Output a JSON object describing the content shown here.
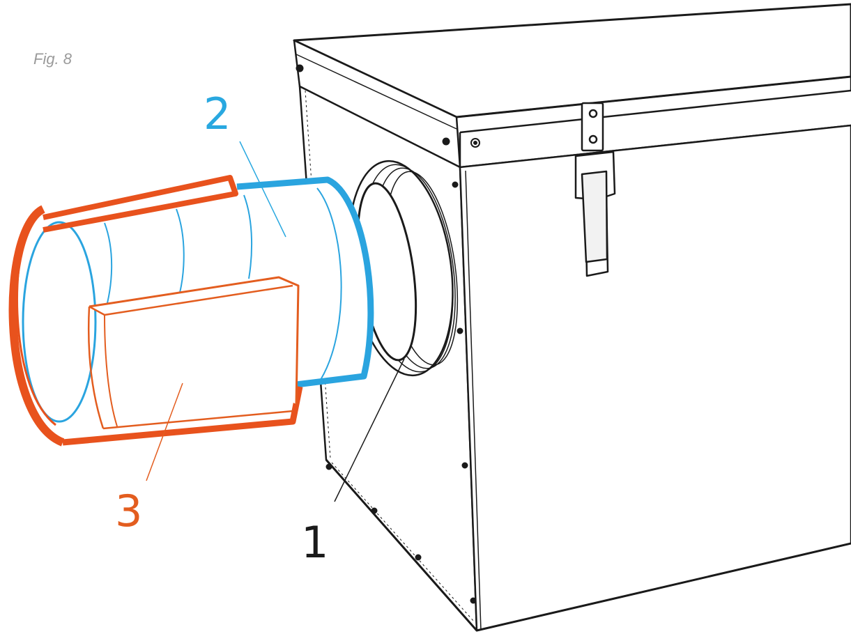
{
  "figure": {
    "caption": "Fig. 8"
  },
  "callouts": [
    {
      "id": "1",
      "label": "1",
      "color": "#1a1a1a"
    },
    {
      "id": "2",
      "label": "2",
      "color": "#29a8e0"
    },
    {
      "id": "3",
      "label": "3",
      "color": "#e35d1f"
    }
  ],
  "colors": {
    "line": "#1a1a1a",
    "filter_blue": "#2aa4df",
    "wrap_orange": "#e8521d",
    "wrap_red": "#d42a2a"
  }
}
